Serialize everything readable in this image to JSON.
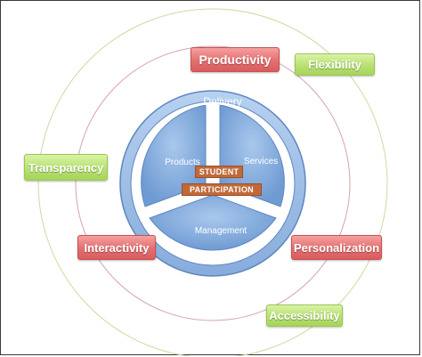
{
  "diagram": {
    "core": {
      "ring_label": "Delivery",
      "segments": [
        "Products",
        "Services",
        "Management"
      ],
      "center_bands": [
        "STUDENT",
        "PARTICIPATION"
      ]
    },
    "inner_tags": [
      "Productivity",
      "Interactivity",
      "Personalization"
    ],
    "outer_tags": [
      "Flexibility",
      "Transparency",
      "Accessibility"
    ],
    "colors": {
      "red_tag": "#e36f70",
      "green_tag": "#b7e172",
      "core_blue": "#7fa8d8",
      "band_brown": "#c06a3a",
      "inner_circle_line": "#d7a3a8",
      "outer_circle_line": "#c9dca5"
    }
  }
}
